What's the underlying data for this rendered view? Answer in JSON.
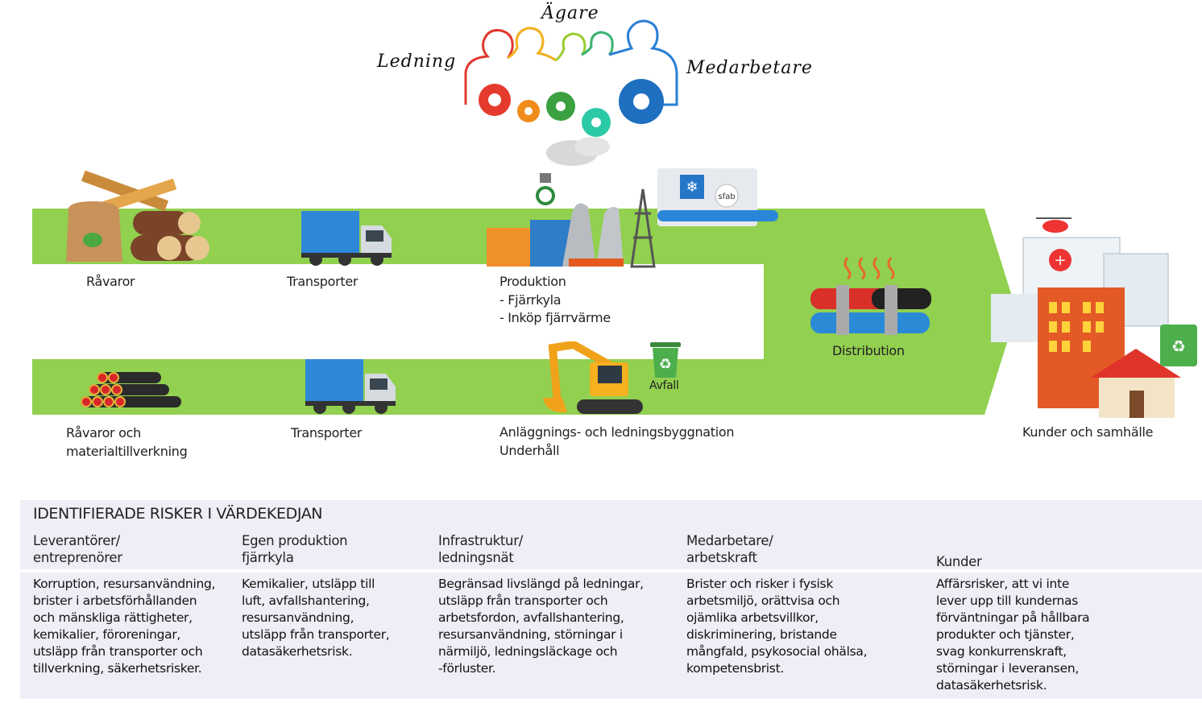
{
  "stakeholders": {
    "owners": "Ägare",
    "management": "Ledning",
    "employees": "Medarbetare"
  },
  "flow": {
    "top_row": {
      "raw_materials": "Råvaror",
      "transport": "Transporter",
      "production": {
        "title": "Produktion",
        "items": [
          "- Fjärrkyla",
          "- Inköp fjärrvärme"
        ]
      },
      "production_logo_text": "sfab"
    },
    "bottom_row": {
      "raw_materials": [
        "Råvaror och",
        "materialtillverkning"
      ],
      "transport": "Transporter",
      "construction": [
        "Anläggnings- och ledningsbyggnation",
        "Underhåll"
      ],
      "waste": "Avfall"
    },
    "distribution": "Distribution",
    "customers": "Kunder och samhälle",
    "colors": {
      "band": "#92d050",
      "table_bg": "#eeeff6"
    }
  },
  "risks": {
    "title": "IDENTIFIERADE RISKER I VÄRDEKEDJAN",
    "columns": [
      {
        "header": [
          "Leverantörer/",
          "entreprenörer"
        ],
        "text": "Korruption, resursanvändning,\nbrister i arbetsförhållanden\noch mänskliga rättigheter,\nkemikalier, föroreningar,\nutsläpp från transporter och\ntillverkning, säkerhetsrisker."
      },
      {
        "header": [
          "Egen produktion",
          "fjärrkyla"
        ],
        "text": "Kemikalier, utsläpp till\nluft, avfallshantering,\nresursanvändning,\nutsläpp från transporter,\ndatasäkerhetsrisk."
      },
      {
        "header": [
          "Infrastruktur/",
          "ledningsnät"
        ],
        "text": "Begränsad livslängd på ledningar,\nutsläpp från transporter och\narbetsfordon, avfallshantering,\nresursanvändning, störningar i\nnärmiljö, ledningsläckage och\n-förluster."
      },
      {
        "header": [
          "Medarbetare/",
          "arbetskraft"
        ],
        "text": "Brister och risker i fysisk\narbetsmiljö, orättvisa och\nojämlika arbetsvillkor,\ndiskriminering, bristande\nmångfald, psykosocial ohälsa,\nkompetensbrist."
      },
      {
        "header": [
          "",
          "Kunder"
        ],
        "text": "Affärsrisker, att vi inte\nlever upp till kundernas\nförväntningar på hållbara\nprodukter och tjänster,\nsvag konkurrenskraft,\nstörningar i leveransen,\ndatasäkerhetsrisk."
      }
    ]
  }
}
